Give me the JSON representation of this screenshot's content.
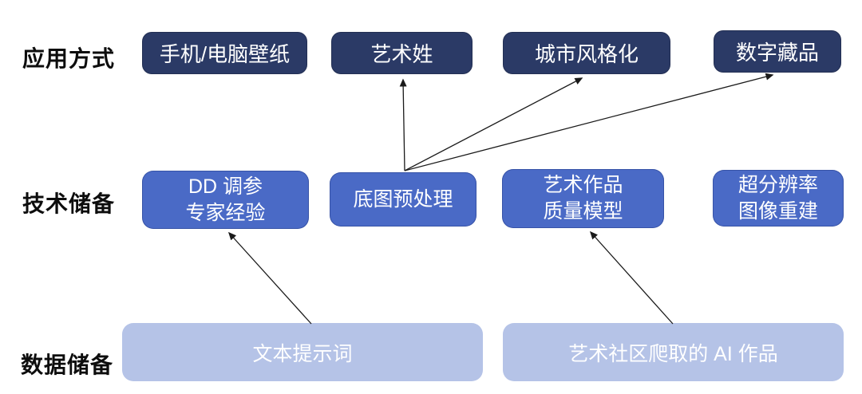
{
  "rows": {
    "applications": {
      "label": "应用方式",
      "boxes": [
        "手机/电脑壁纸",
        "艺术姓",
        "城市风格化",
        "数字藏品"
      ]
    },
    "technology": {
      "label": "技术储备",
      "boxes": [
        [
          "DD 调参",
          "专家经验"
        ],
        [
          "底图预处理"
        ],
        [
          "艺术作品",
          "质量模型"
        ],
        [
          "超分辨率",
          "图像重建"
        ]
      ]
    },
    "data": {
      "label": "数据储备",
      "boxes": [
        "文本提示词",
        "艺术社区爬取的 AI 作品"
      ]
    }
  },
  "connections": [
    {
      "from": "底图预处理",
      "to": "艺术姓"
    },
    {
      "from": "底图预处理",
      "to": "城市风格化"
    },
    {
      "from": "底图预处理",
      "to": "数字藏品"
    },
    {
      "from": "文本提示词",
      "to": "DD 调参 专家经验"
    },
    {
      "from": "艺术社区爬取的 AI 作品",
      "to": "艺术作品 质量模型"
    }
  ],
  "colors": {
    "application_box": "#2B3A66",
    "technology_box": "#4A6AC6",
    "data_box": "#B5C3E7",
    "box_text": "#FFFFFF",
    "label_text": "#0D0D0D",
    "arrow": "#1A1A1A",
    "background": "#FFFFFF"
  }
}
